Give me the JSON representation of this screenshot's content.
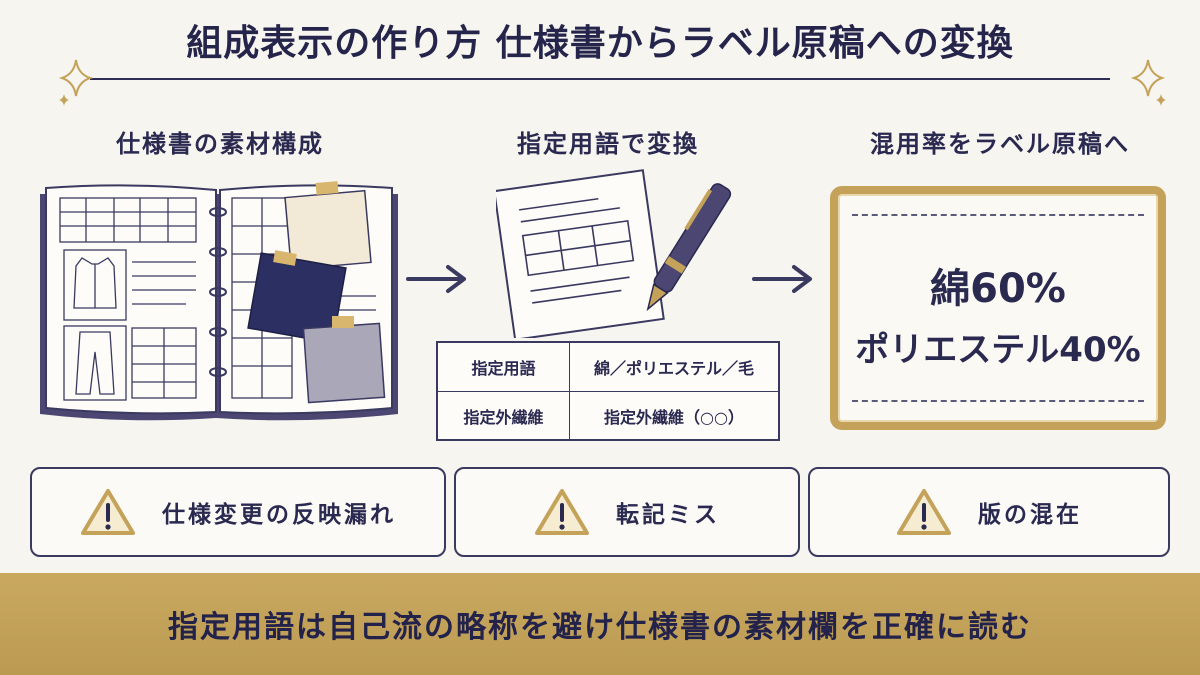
{
  "title": "組成表示の作り方 仕様書からラベル原稿への変換",
  "columns": [
    {
      "heading": "仕様書の素材構成"
    },
    {
      "heading": "指定用語で変換"
    },
    {
      "heading": "混用率をラベル原稿へ"
    }
  ],
  "term_table": {
    "rows": [
      {
        "label": "指定用語",
        "value": "綿／ポリエステル／毛"
      },
      {
        "label": "指定外繊維",
        "value": "指定外繊維（○○）"
      }
    ]
  },
  "label_draft": {
    "line1": "綿60%",
    "line2": "ポリエステル40%"
  },
  "warnings": [
    {
      "icon": "warning-triangle-icon",
      "text": "仕様変更の反映漏れ"
    },
    {
      "icon": "warning-triangle-icon",
      "text": "転記ミス"
    },
    {
      "icon": "warning-triangle-icon",
      "text": "版の混在"
    }
  ],
  "footer": {
    "text": "指定用語は自己流の略称を避け仕様書の素材欄を正確に読む"
  },
  "colors": {
    "ink": "#2a2950",
    "gold": "#c4a25a",
    "band": "#c9a860",
    "background": "#f7f5f0"
  }
}
